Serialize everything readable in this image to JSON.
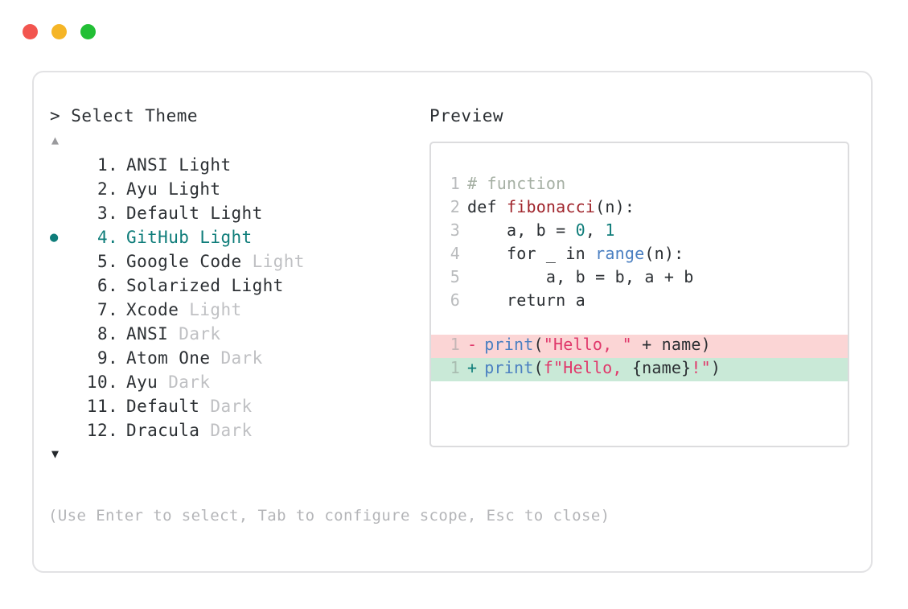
{
  "window": {
    "dots": [
      {
        "name": "close-dot",
        "color": "#f2554f"
      },
      {
        "name": "minimize-dot",
        "color": "#f5b526"
      },
      {
        "name": "maximize-dot",
        "color": "#22bf35"
      }
    ]
  },
  "accent_color": "#0f7d7a",
  "left": {
    "prompt": "> Select Theme",
    "scroll_up": "▲",
    "scroll_down": "▼",
    "bullet": "●",
    "items": [
      {
        "index": "1",
        "dot": ".",
        "name": "ANSI",
        "variant": "Light",
        "variant_dim": false,
        "selected": false
      },
      {
        "index": "2",
        "dot": ".",
        "name": "Ayu",
        "variant": "Light",
        "variant_dim": false,
        "selected": false
      },
      {
        "index": "3",
        "dot": ".",
        "name": "Default",
        "variant": "Light",
        "variant_dim": false,
        "selected": false
      },
      {
        "index": "4",
        "dot": ".",
        "name": "GitHub",
        "variant": "Light",
        "variant_dim": false,
        "selected": true
      },
      {
        "index": "5",
        "dot": ".",
        "name": "Google Code",
        "variant": "Light",
        "variant_dim": true,
        "selected": false
      },
      {
        "index": "6",
        "dot": ".",
        "name": "Solarized",
        "variant": "Light",
        "variant_dim": false,
        "selected": false
      },
      {
        "index": "7",
        "dot": ".",
        "name": "Xcode",
        "variant": "Light",
        "variant_dim": true,
        "selected": false
      },
      {
        "index": "8",
        "dot": ".",
        "name": "ANSI",
        "variant": "Dark",
        "variant_dim": true,
        "selected": false
      },
      {
        "index": "9",
        "dot": ".",
        "name": "Atom One",
        "variant": "Dark",
        "variant_dim": true,
        "selected": false
      },
      {
        "index": "10",
        "dot": ".",
        "name": "Ayu",
        "variant": "Dark",
        "variant_dim": true,
        "selected": false
      },
      {
        "index": "11",
        "dot": ".",
        "name": "Default",
        "variant": "Dark",
        "variant_dim": true,
        "selected": false
      },
      {
        "index": "12",
        "dot": ".",
        "name": "Dracula",
        "variant": "Dark",
        "variant_dim": true,
        "selected": false
      }
    ],
    "footer_hint": "(Use Enter to select, Tab to configure scope, Esc to close)"
  },
  "right": {
    "preview_label": "Preview",
    "code_lines": [
      {
        "ln": "1",
        "tokens": [
          {
            "t": "# function",
            "c": "comment"
          }
        ]
      },
      {
        "ln": "2",
        "tokens": [
          {
            "t": "def ",
            "c": "def"
          },
          {
            "t": "fibonacci",
            "c": "fn"
          },
          {
            "t": "(n):",
            "c": "plain"
          }
        ]
      },
      {
        "ln": "3",
        "tokens": [
          {
            "t": "    a, b = ",
            "c": "plain"
          },
          {
            "t": "0",
            "c": "num"
          },
          {
            "t": ", ",
            "c": "plain"
          },
          {
            "t": "1",
            "c": "num"
          }
        ]
      },
      {
        "ln": "4",
        "tokens": [
          {
            "t": "    for _ in ",
            "c": "plain"
          },
          {
            "t": "range",
            "c": "builtin"
          },
          {
            "t": "(n):",
            "c": "plain"
          }
        ]
      },
      {
        "ln": "5",
        "tokens": [
          {
            "t": "        a, b = b, a + b",
            "c": "plain"
          }
        ]
      },
      {
        "ln": "6",
        "tokens": [
          {
            "t": "    return a",
            "c": "plain"
          }
        ]
      }
    ],
    "diff_lines": [
      {
        "ln": "1",
        "sign": "-",
        "kind": "minus",
        "tokens": [
          {
            "t": "print",
            "c": "builtin"
          },
          {
            "t": "(",
            "c": "plain"
          },
          {
            "t": "\"Hello, \"",
            "c": "str"
          },
          {
            "t": " + name)",
            "c": "plain"
          }
        ]
      },
      {
        "ln": "1",
        "sign": "+",
        "kind": "plus",
        "tokens": [
          {
            "t": "print",
            "c": "builtin"
          },
          {
            "t": "(",
            "c": "plain"
          },
          {
            "t": "f\"Hello, ",
            "c": "str"
          },
          {
            "t": "{name}",
            "c": "plain"
          },
          {
            "t": "!\"",
            "c": "str"
          },
          {
            "t": ")",
            "c": "plain"
          }
        ]
      }
    ]
  }
}
